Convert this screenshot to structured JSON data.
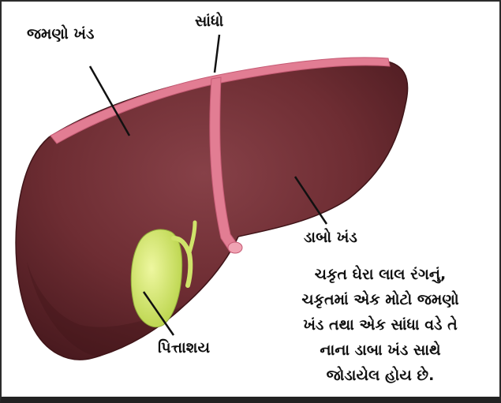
{
  "labels": {
    "right_lobe": "જમણો ખંડ",
    "ligament": "સાંધો",
    "left_lobe": "ડાબો ખંડ",
    "gallbladder": "પિત્તાશય"
  },
  "caption_lines": [
    "ચકૃત ઘેરા લાલ રંગનું,",
    "ચકૃતમાં એક મોટો જમણો",
    "ખંડ તથા એક સાંધા વડે તે",
    "નાના ડાબા ખંડ સાથે",
    "જોડાયેલ હોય છે."
  ],
  "colors": {
    "liver": "#6b2a2f",
    "ligament": "#e27d93",
    "gallbladder": "#d3e86a",
    "background": "#ffffff"
  }
}
